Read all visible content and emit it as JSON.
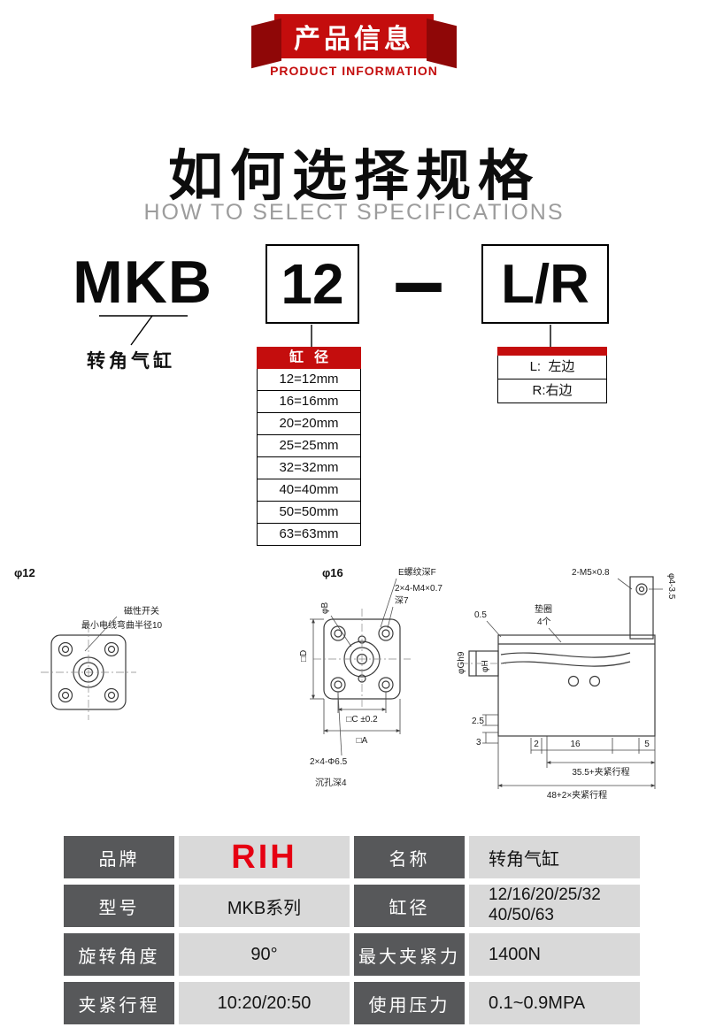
{
  "banner": {
    "title": "产品信息",
    "subtitle": "PRODUCT INFORMATION"
  },
  "section": {
    "title": "如何选择规格",
    "subtitle": "HOW TO SELECT SPECIFICATIONS"
  },
  "model": {
    "prefix": "MKB",
    "bore": "12",
    "dash": "–",
    "suffix": "L/R",
    "prefix_label": "转角气缸",
    "bore_header": "缸径",
    "bore_options": [
      "12=12mm",
      "16=16mm",
      "20=20mm",
      "25=25mm",
      "32=32mm",
      "40=40mm",
      "50=50mm",
      "63=63mm"
    ],
    "side_options": [
      "L:  左边",
      "R:右边"
    ]
  },
  "drawings": {
    "d12": {
      "title": "φ12",
      "switch_label": "磁性开关",
      "radius_label": "最小电线弯曲半径10"
    },
    "d16": {
      "title": "φ16",
      "b_label": "φB",
      "thread_label": "E螺纹深F",
      "m4_label": "2×4-M4×0.7",
      "depth_label": "深7",
      "d_label": "□D",
      "c_label": "□C ±0.2",
      "a_label": "□A",
      "hole_label": "2×4-Φ6.5",
      "counterbore_label": "沉孔深4"
    },
    "side": {
      "m5_label": "2-M5×0.8",
      "washer_label": "垫圈",
      "washer_qty": "4个",
      "gap_label": "0.5",
      "pin_label": "φ4-3.5",
      "g_label": "φGh9",
      "h_label": "φH",
      "dim_25": "2.5",
      "dim_3": "3",
      "dim_2": "2",
      "dim_16": "16",
      "dim_5": "5",
      "dim_stroke1": "35.5+夹紧行程",
      "dim_stroke2": "48+2×夹紧行程"
    }
  },
  "spec": {
    "rows": [
      [
        "品牌",
        "RIH",
        "名称",
        "转角气缸"
      ],
      [
        "型号",
        "MKB系列",
        "缸径",
        "12/16/20/25/32\n40/50/63"
      ],
      [
        "旋转角度",
        "90°",
        "最大夹紧力",
        "1400N"
      ],
      [
        "夹紧行程",
        "10:20/20:50",
        "使用压力",
        "0.1~0.9MPA"
      ]
    ]
  }
}
